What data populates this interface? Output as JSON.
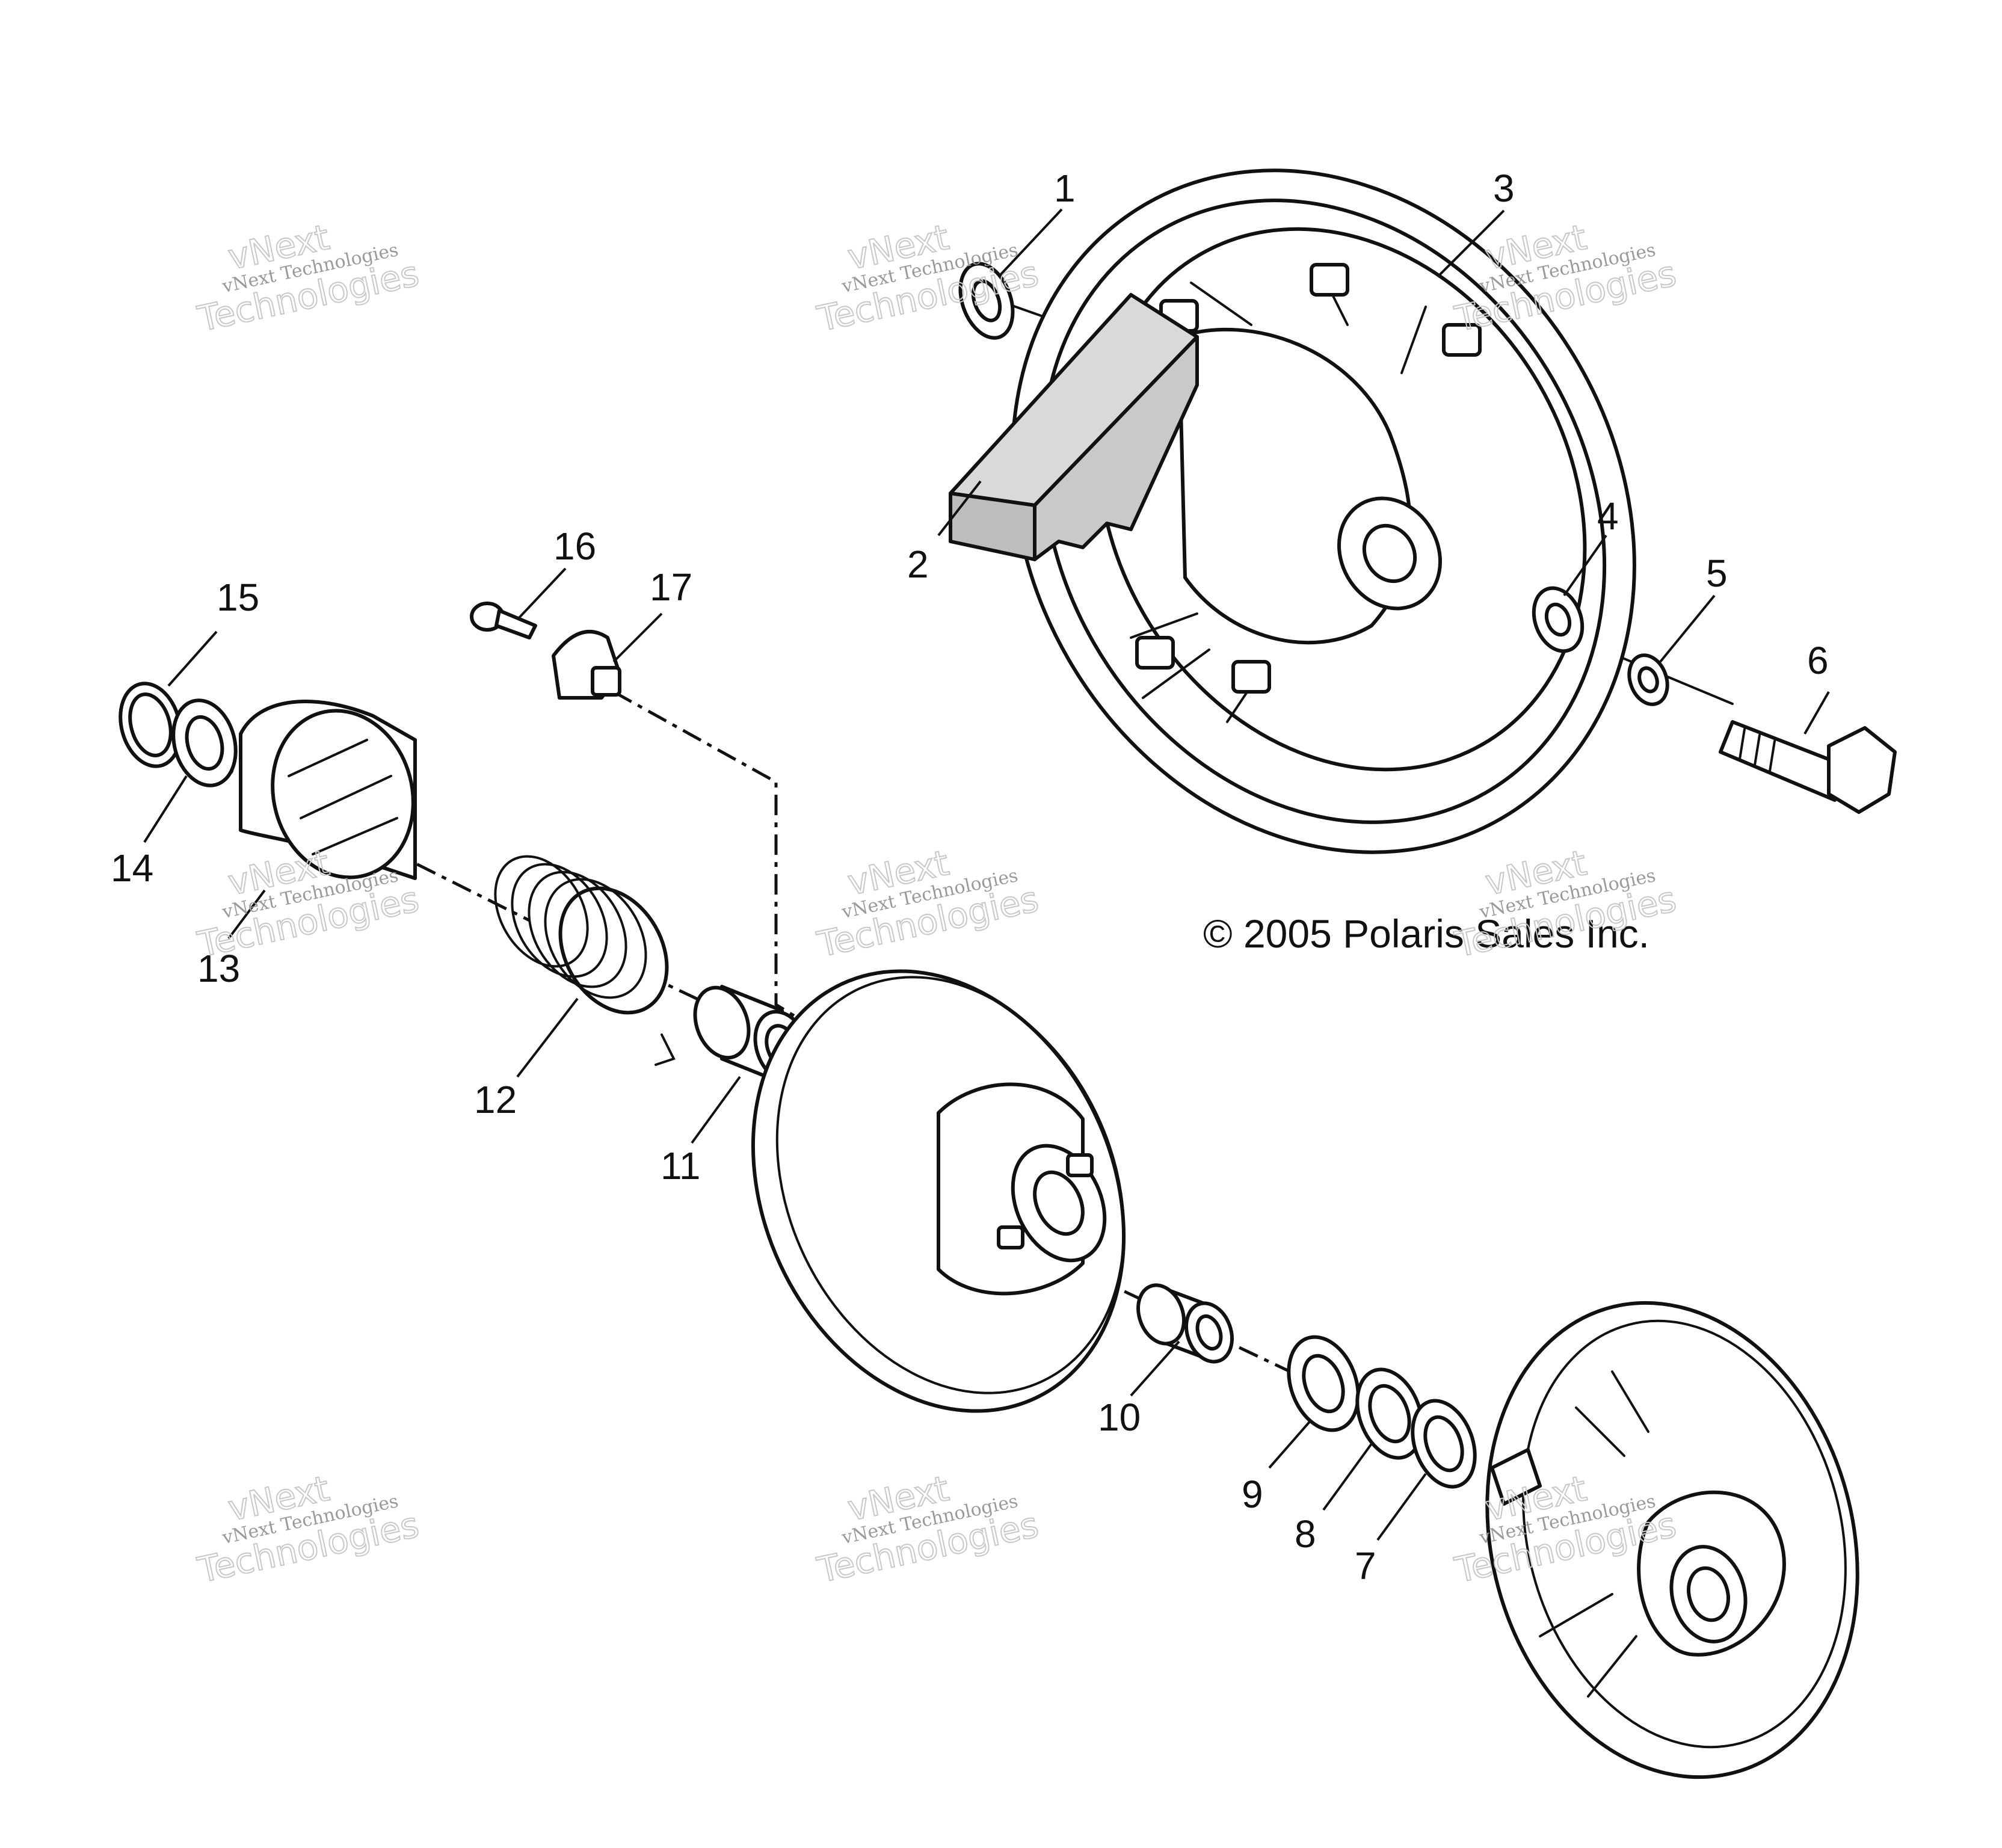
{
  "copyright": "© 2005 Polaris Sales Inc.",
  "watermark": {
    "line1": "vNext Technologies",
    "line2": "vNext",
    "line3": "Technologies"
  },
  "callouts": [
    "1",
    "2",
    "3",
    "4",
    "5",
    "6",
    "7",
    "8",
    "9",
    "10",
    "11",
    "12",
    "13",
    "14",
    "15",
    "16",
    "17"
  ]
}
